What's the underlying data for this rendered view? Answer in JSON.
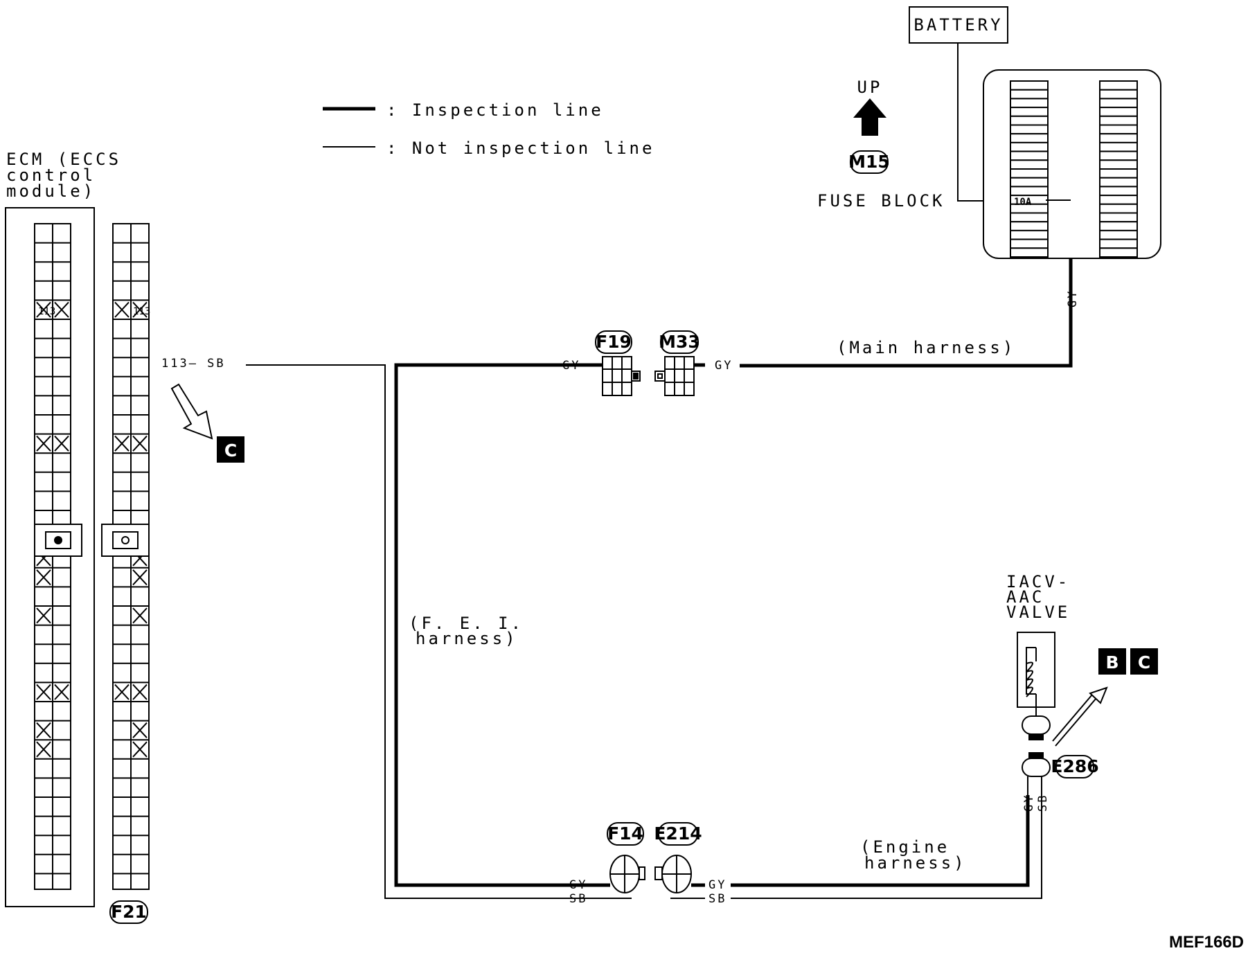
{
  "diagram_id": "MEF166D",
  "legend": {
    "inspection_line": ": Inspection line",
    "not_inspection_line": ": Not inspection line"
  },
  "ecm": {
    "title_line1": "ECM (ECCS",
    "title_line2": "control",
    "title_line3": "module)",
    "terminal": "113",
    "terminal_wire": "113— SB",
    "connector_id": "F21"
  },
  "battery": {
    "label": "BATTERY"
  },
  "fuse_block": {
    "label": "FUSE BLOCK",
    "connector_id": "M15",
    "fuse_rating": "10A",
    "orientation": "UP"
  },
  "connectors": {
    "f19": "F19",
    "m33": "M33",
    "f14": "F14",
    "e214": "E214",
    "e286": "E286"
  },
  "harnesses": {
    "main": "(Main harness)",
    "fei_line1": "(F. E. I.",
    "fei_line2": "harness)",
    "engine_line1": "(Engine",
    "engine_line2": "harness)"
  },
  "wire_colors": {
    "gy": "GY",
    "sb": "SB"
  },
  "iacv": {
    "line1": "IACV-",
    "line2": "AAC",
    "line3": "VALVE"
  },
  "reference_markers": {
    "c": "C",
    "b": "B"
  }
}
